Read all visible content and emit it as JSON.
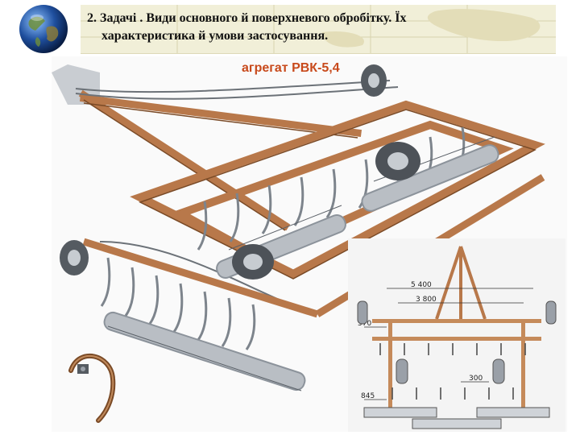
{
  "slide": {
    "title_line1": "2. Задачі . Види основного й поверхневого обробітку. Їх",
    "title_line2": "характеристика й умови застосування."
  },
  "figure": {
    "caption": "агрегат РВК-5,4",
    "dimensions": {
      "total_width": "5 400",
      "inner_width": "3 800",
      "left_section": "570",
      "center_gap": "300",
      "bottom_left": "845"
    }
  },
  "icons": {
    "globe": "globe-icon"
  },
  "colors": {
    "frame": "#b8784a",
    "frame_dark": "#7a4a26",
    "metal": "#9aa0a8",
    "caption": "#c84a1c",
    "title_band": "#f1efd8"
  }
}
